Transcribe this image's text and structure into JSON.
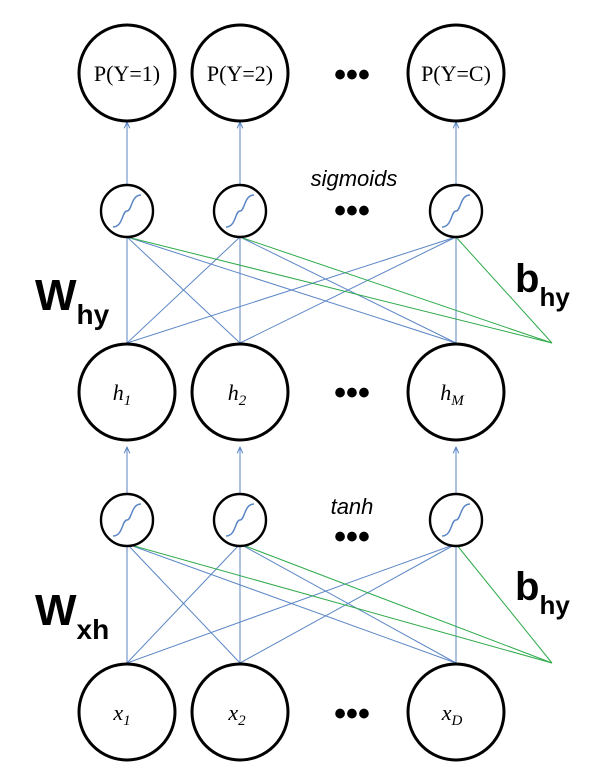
{
  "diagram": {
    "outputs": {
      "o1": "P(Y=1)",
      "o2": "P(Y=2)",
      "oC": "P(Y=C)"
    },
    "ellipsis": "•••",
    "labels": {
      "sigmoids": "sigmoids",
      "tanh": "tanh"
    },
    "hidden": {
      "h1": {
        "base": "h",
        "sub": "1"
      },
      "h2": {
        "base": "h",
        "sub": "2"
      },
      "hM": {
        "base": "h",
        "sub": "M"
      }
    },
    "inputs": {
      "x1": {
        "base": "x",
        "sub": "1"
      },
      "x2": {
        "base": "x",
        "sub": "2"
      },
      "xD": {
        "base": "x",
        "sub": "D"
      }
    },
    "weights": {
      "Why": {
        "base": "W",
        "sub": "hy"
      },
      "Wxh": {
        "base": "W",
        "sub": "xh"
      },
      "bias_top": {
        "base": "b",
        "sub": "hy"
      },
      "bias_bottom": {
        "base": "b",
        "sub": "hy"
      }
    },
    "colors": {
      "weight_edge": "#5b86c5",
      "bias_edge": "#2eaa4a",
      "node_stroke": "#000000"
    }
  }
}
